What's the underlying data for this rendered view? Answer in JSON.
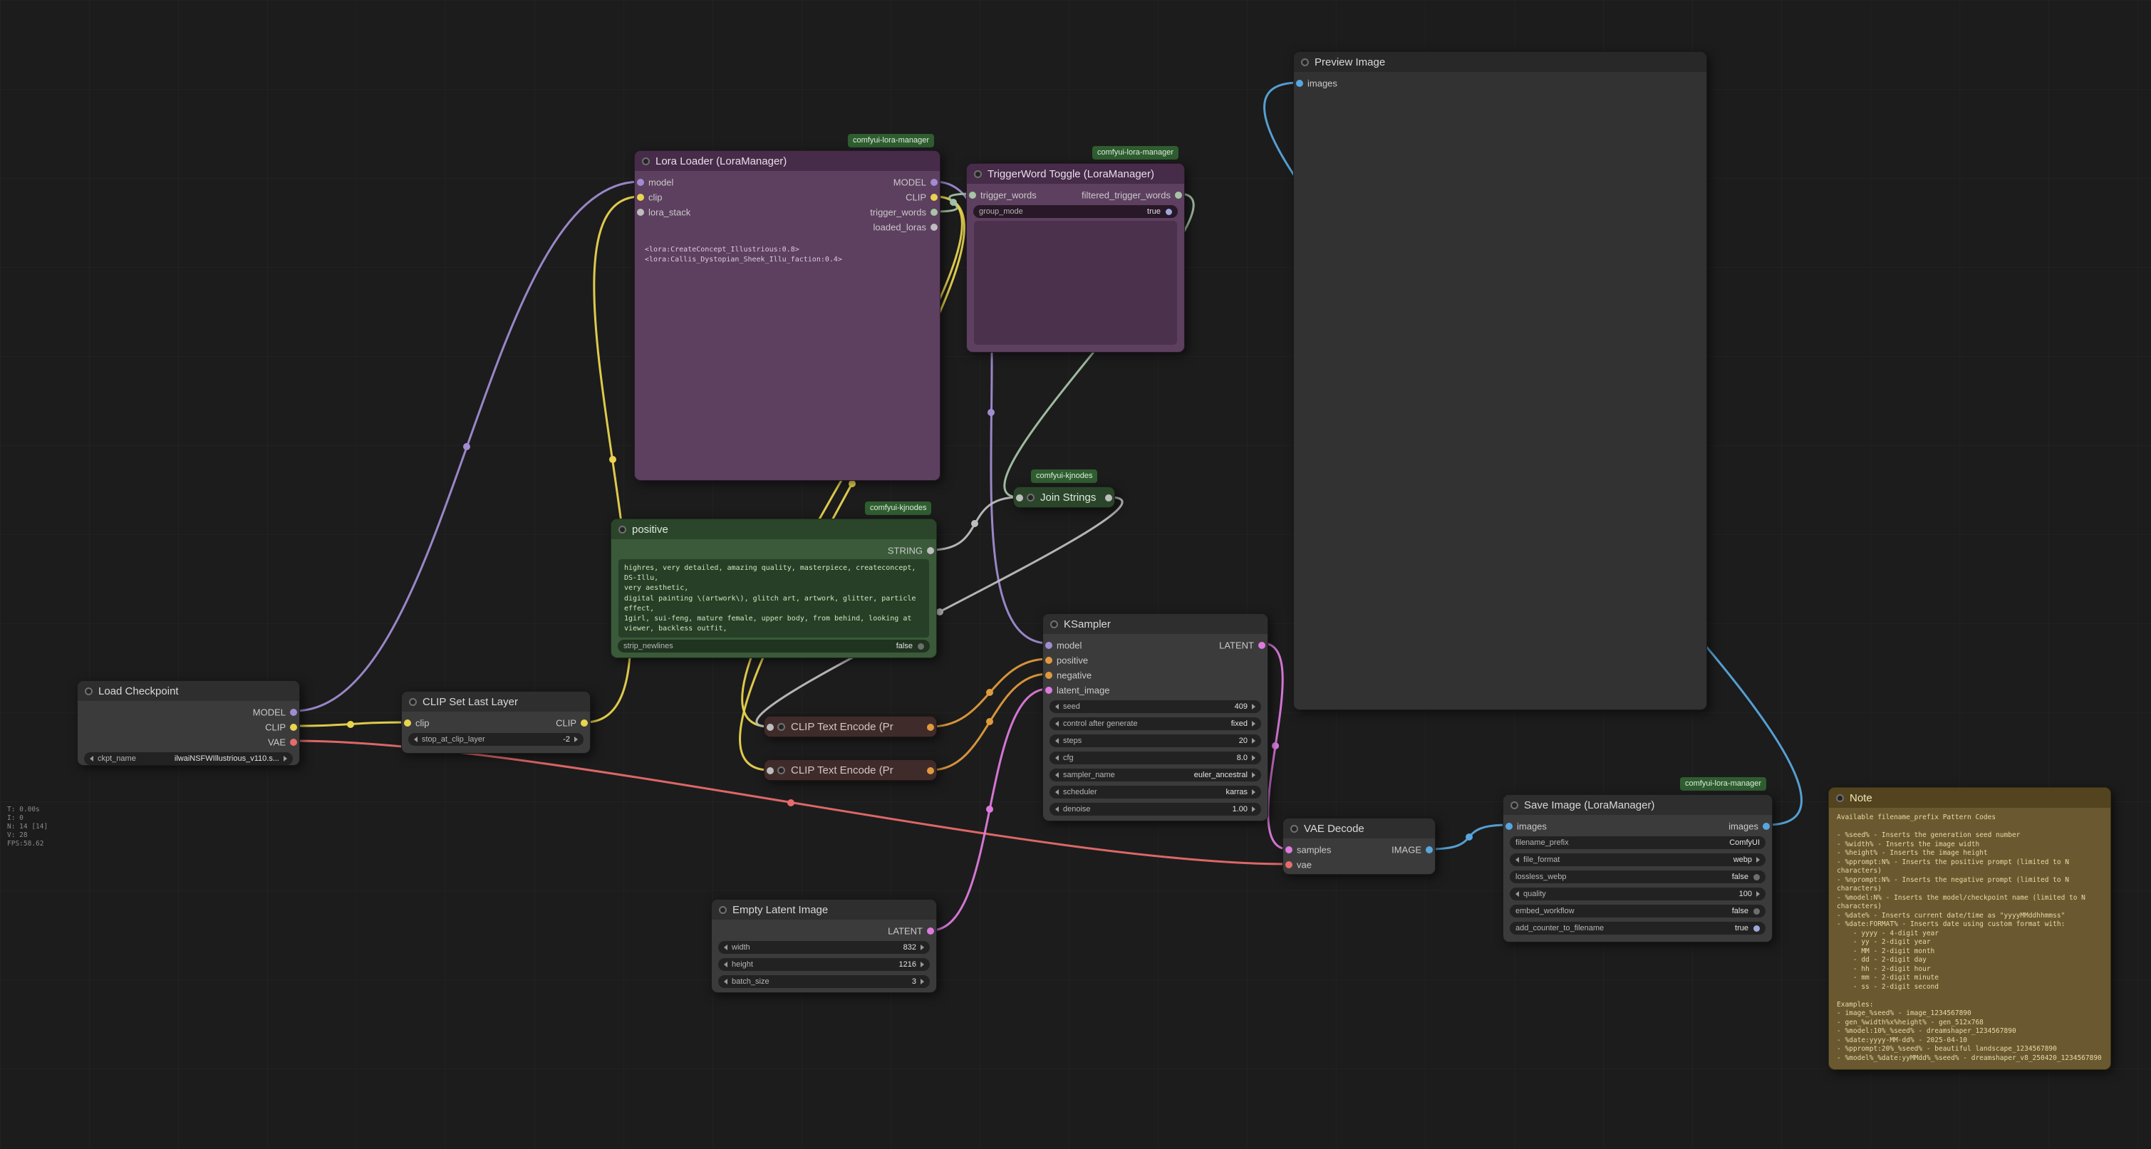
{
  "colors": {
    "model": "#a18cd1",
    "clip": "#e9d44f",
    "vae": "#e76b6b",
    "conditioning": "#e09a3e",
    "latent": "#dd7bdd",
    "image": "#58a6dc",
    "string": "#bdbdbd",
    "trigger": "#a6c3a6",
    "toggle_true": "#9fa8da",
    "toggle_false": "#6e6e6e"
  },
  "overlay": {
    "lines": [
      "T: 0.00s",
      "I: 0",
      "N: 14 [14]",
      "V: 28",
      "FPS:58.62"
    ]
  },
  "nodes": {
    "load_checkpoint": {
      "title": "Load Checkpoint",
      "outputs": [
        "MODEL",
        "CLIP",
        "VAE"
      ],
      "widgets": {
        "ckpt_name": {
          "label": "ckpt_name",
          "value": "ilwaiNSFWIllustrious_v110.s..."
        }
      }
    },
    "clip_set_last_layer": {
      "title": "CLIP Set Last Layer",
      "inputs": [
        "clip"
      ],
      "outputs": [
        "CLIP"
      ],
      "widgets": {
        "stop_at_clip_layer": {
          "label": "stop_at_clip_layer",
          "value": "-2"
        }
      }
    },
    "lora_loader": {
      "title": "Lora Loader (LoraManager)",
      "badge": "comfyui-lora-manager",
      "inputs": [
        "model",
        "clip",
        "lora_stack"
      ],
      "outputs": [
        "MODEL",
        "CLIP",
        "trigger_words",
        "loaded_loras"
      ],
      "loras_text": "<lora:CreateConcept_Illustrious:0.8> <lora:Callis_Dystopian_Sheek_Illu_faction:0.4>"
    },
    "triggerword_toggle": {
      "title": "TriggerWord Toggle (LoraManager)",
      "badge": "comfyui-lora-manager",
      "inputs": [
        "trigger_words"
      ],
      "outputs": [
        "filtered_trigger_words"
      ],
      "widgets": {
        "group_mode": {
          "label": "group_mode",
          "value": "true"
        }
      }
    },
    "positive_prompt": {
      "title": "positive",
      "badge": "comfyui-kjnodes",
      "outputs": [
        "STRING"
      ],
      "text": "highres, very detailed, amazing quality, masterpiece, createconcept, DS-Illu,\nvery aesthetic,\ndigital painting \\(artwork\\), glitch art, artwork, glitter, particle effect,\n1girl, sui-feng, mature female, upper body, from behind, looking at viewer, backless outfit,",
      "widgets": {
        "strip_newlines": {
          "label": "strip_newlines",
          "value": "false"
        }
      }
    },
    "join_strings": {
      "title": "Join Strings",
      "badge": "comfyui-kjnodes"
    },
    "clip_text_encode_1": {
      "title": "CLIP Text Encode (Pr"
    },
    "clip_text_encode_2": {
      "title": "CLIP Text Encode (Pr"
    },
    "ksampler": {
      "title": "KSampler",
      "inputs": [
        "model",
        "positive",
        "negative",
        "latent_image"
      ],
      "outputs": [
        "LATENT"
      ],
      "widgets": {
        "seed": {
          "label": "seed",
          "value": "409"
        },
        "control_after_generate": {
          "label": "control after generate",
          "value": "fixed"
        },
        "steps": {
          "label": "steps",
          "value": "20"
        },
        "cfg": {
          "label": "cfg",
          "value": "8.0"
        },
        "sampler_name": {
          "label": "sampler_name",
          "value": "euler_ancestral"
        },
        "scheduler": {
          "label": "scheduler",
          "value": "karras"
        },
        "denoise": {
          "label": "denoise",
          "value": "1.00"
        }
      }
    },
    "empty_latent_image": {
      "title": "Empty Latent Image",
      "outputs": [
        "LATENT"
      ],
      "widgets": {
        "width": {
          "label": "width",
          "value": "832"
        },
        "height": {
          "label": "height",
          "value": "1216"
        },
        "batch_size": {
          "label": "batch_size",
          "value": "3"
        }
      }
    },
    "vae_decode": {
      "title": "VAE Decode",
      "inputs": [
        "samples",
        "vae"
      ],
      "outputs": [
        "IMAGE"
      ]
    },
    "save_image": {
      "title": "Save Image (LoraManager)",
      "badge": "comfyui-lora-manager",
      "inputs": [
        "images"
      ],
      "outputs": [
        "images"
      ],
      "widgets": {
        "filename_prefix": {
          "label": "filename_prefix",
          "value": "ComfyUI"
        },
        "file_format": {
          "label": "file_format",
          "value": "webp"
        },
        "lossless_webp": {
          "label": "lossless_webp",
          "value": "false"
        },
        "quality": {
          "label": "quality",
          "value": "100"
        },
        "embed_workflow": {
          "label": "embed_workflow",
          "value": "false"
        },
        "add_counter_to_filename": {
          "label": "add_counter_to_filename",
          "value": "true"
        }
      }
    },
    "preview_image": {
      "title": "Preview Image",
      "inputs": [
        "images"
      ]
    },
    "note": {
      "title": "Note",
      "text": "Available filename_prefix Pattern Codes\n\n- %seed% - Inserts the generation seed number\n- %width% - Inserts the image width\n- %height% - Inserts the image height\n- %pprompt:N% - Inserts the positive prompt (limited to N characters)\n- %nprompt:N% - Inserts the negative prompt (limited to N characters)\n- %model:N% - Inserts the model/checkpoint name (limited to N characters)\n- %date% - Inserts current date/time as \"yyyyMMddhhmmss\"\n- %date:FORMAT% - Inserts date using custom format with:\n    - yyyy - 4-digit year\n    - yy - 2-digit year\n    - MM - 2-digit month\n    - dd - 2-digit day\n    - hh - 2-digit hour\n    - mm - 2-digit minute\n    - ss - 2-digit second\n\nExamples:\n- image_%seed% - image_1234567890\n- gen_%width%x%height% - gen_512x768\n- %model:10%_%seed% - dreamshaper_1234567890\n- %date:yyyy-MM-dd% - 2025-04-10\n- %pprompt:20%_%seed% - beautiful landscape_1234567890\n- %model%_%date:yyMMdd%_%seed% - dreamshaper_v8_250420_1234567890\n\nYou can combine multiple patterns to create detailed, organized filenames for you"
    }
  }
}
